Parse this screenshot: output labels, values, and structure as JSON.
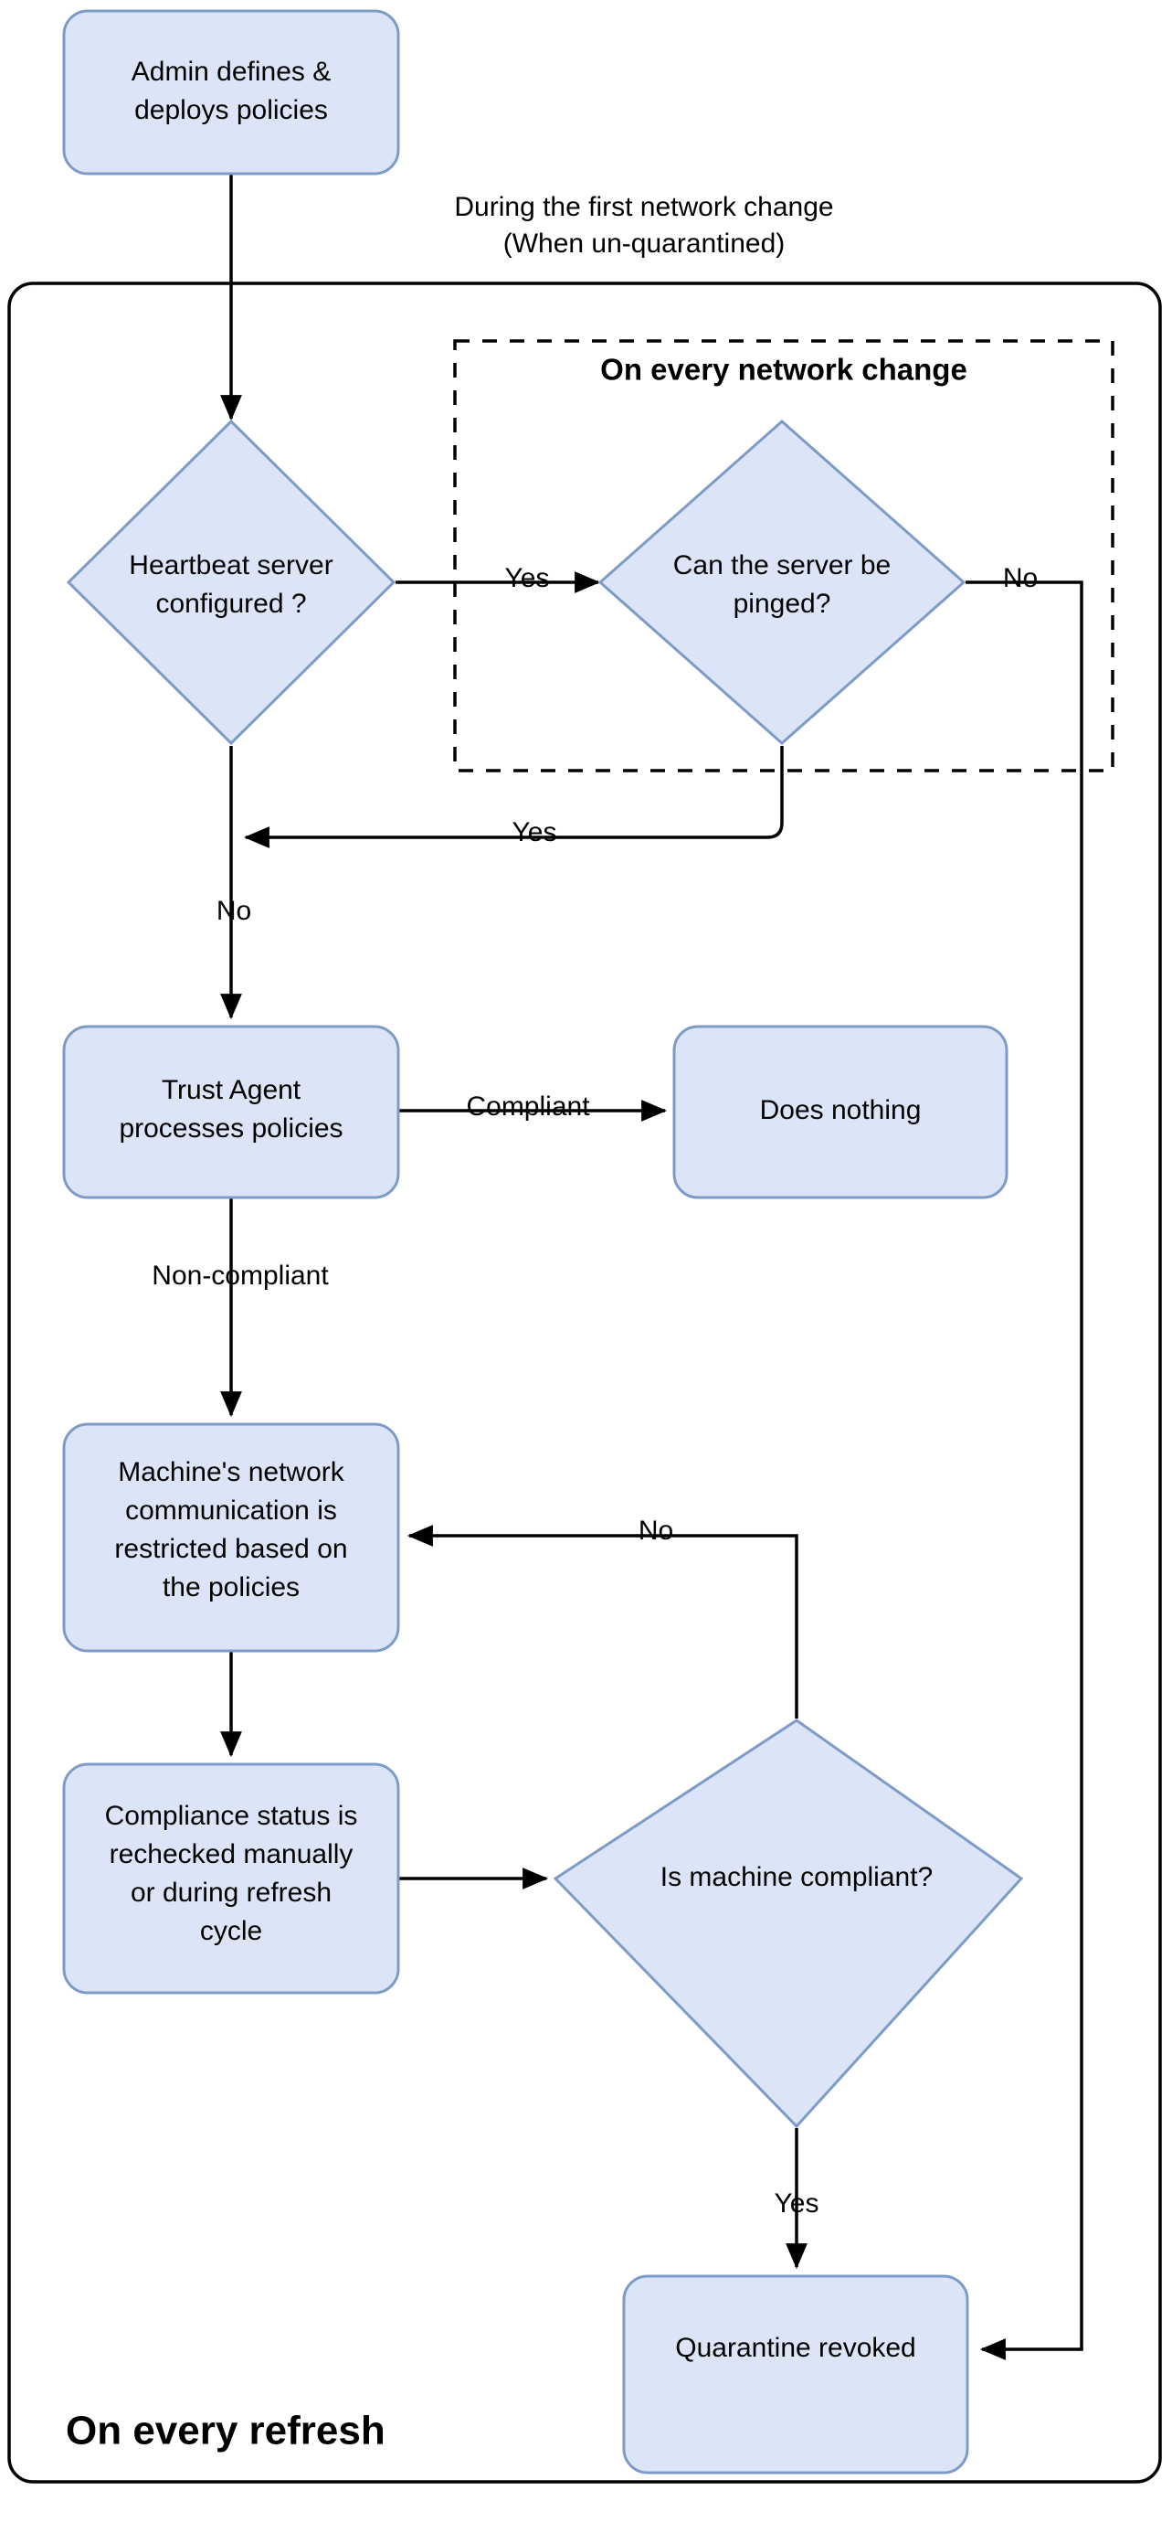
{
  "diagram": {
    "title": "Trust Agent network quarantine policy flow",
    "colors": {
      "node_fill": "#dbe5f7",
      "node_stroke": "#7e9bc7",
      "edge_stroke": "#000000",
      "background": "#ffffff"
    },
    "captions": [
      {
        "id": "first-change-line1",
        "text": "During the first network change"
      },
      {
        "id": "first-change-line2",
        "text": "(When un-quarantined)"
      }
    ],
    "groups": [
      {
        "id": "refresh-group",
        "label": "On every refresh",
        "style": "solid"
      },
      {
        "id": "network-change-group",
        "label": "On every network change",
        "style": "dashed"
      }
    ],
    "nodes": [
      {
        "id": "admin-defines",
        "shape": "process",
        "lines": [
          "Admin defines &",
          "deploys policies"
        ]
      },
      {
        "id": "heartbeat-configured",
        "shape": "decision",
        "lines": [
          "Heartbeat server",
          "configured ?"
        ]
      },
      {
        "id": "server-pinged",
        "shape": "decision",
        "lines": [
          "Can the server be",
          "pinged?"
        ]
      },
      {
        "id": "trust-agent",
        "shape": "process",
        "lines": [
          "Trust Agent",
          "processes policies"
        ]
      },
      {
        "id": "does-nothing",
        "shape": "process",
        "lines": [
          "Does nothing"
        ]
      },
      {
        "id": "network-restricted",
        "shape": "process",
        "lines": [
          "Machine's network",
          "communication is",
          "restricted based on",
          "the policies"
        ]
      },
      {
        "id": "compliance-recheck",
        "shape": "process",
        "lines": [
          "Compliance status is",
          "rechecked manually",
          "or during refresh",
          "cycle"
        ]
      },
      {
        "id": "is-compliant",
        "shape": "decision",
        "lines": [
          "Is machine compliant?"
        ]
      },
      {
        "id": "quarantine-revoked",
        "shape": "process",
        "lines": [
          "Quarantine revoked"
        ]
      }
    ],
    "edges": [
      {
        "id": "admin-to-heartbeat",
        "from": "admin-defines",
        "to": "heartbeat-configured",
        "label": ""
      },
      {
        "id": "heartbeat-yes",
        "from": "heartbeat-configured",
        "to": "server-pinged",
        "label": "Yes"
      },
      {
        "id": "pinged-no",
        "from": "server-pinged",
        "to": "quarantine-revoked",
        "label": "No"
      },
      {
        "id": "pinged-yes",
        "from": "server-pinged",
        "to": "trust-agent",
        "label": "Yes"
      },
      {
        "id": "heartbeat-no",
        "from": "heartbeat-configured",
        "to": "trust-agent",
        "label": "No"
      },
      {
        "id": "trust-compliant",
        "from": "trust-agent",
        "to": "does-nothing",
        "label": "Compliant"
      },
      {
        "id": "trust-noncompliant",
        "from": "trust-agent",
        "to": "network-restricted",
        "label": "Non-compliant"
      },
      {
        "id": "restricted-to-recheck",
        "from": "network-restricted",
        "to": "compliance-recheck",
        "label": ""
      },
      {
        "id": "recheck-to-compliant",
        "from": "compliance-recheck",
        "to": "is-compliant",
        "label": ""
      },
      {
        "id": "compliant-no",
        "from": "is-compliant",
        "to": "network-restricted",
        "label": "No"
      },
      {
        "id": "compliant-yes",
        "from": "is-compliant",
        "to": "quarantine-revoked",
        "label": "Yes"
      }
    ],
    "edge_labels": {
      "heartbeat_yes": "Yes",
      "heartbeat_no": "No",
      "pinged_no": "No",
      "pinged_yes": "Yes",
      "trust_compliant": "Compliant",
      "trust_noncompliant": "Non-compliant",
      "compliant_no": "No",
      "compliant_yes": "Yes"
    },
    "node_text": {
      "admin_defines_l1": "Admin defines &",
      "admin_defines_l2": "deploys policies",
      "heartbeat_l1": "Heartbeat server",
      "heartbeat_l2": "configured ?",
      "pinged_l1": "Can the server be",
      "pinged_l2": "pinged?",
      "trust_agent_l1": "Trust Agent",
      "trust_agent_l2": "processes policies",
      "does_nothing_l1": "Does nothing",
      "restricted_l1": "Machine's network",
      "restricted_l2": "communication is",
      "restricted_l3": "restricted based on",
      "restricted_l4": "the policies",
      "recheck_l1": "Compliance status is",
      "recheck_l2": "rechecked manually",
      "recheck_l3": "or during refresh",
      "recheck_l4": "cycle",
      "is_compliant_l1": "Is machine compliant?",
      "quarantine_l1": "Quarantine revoked"
    }
  }
}
